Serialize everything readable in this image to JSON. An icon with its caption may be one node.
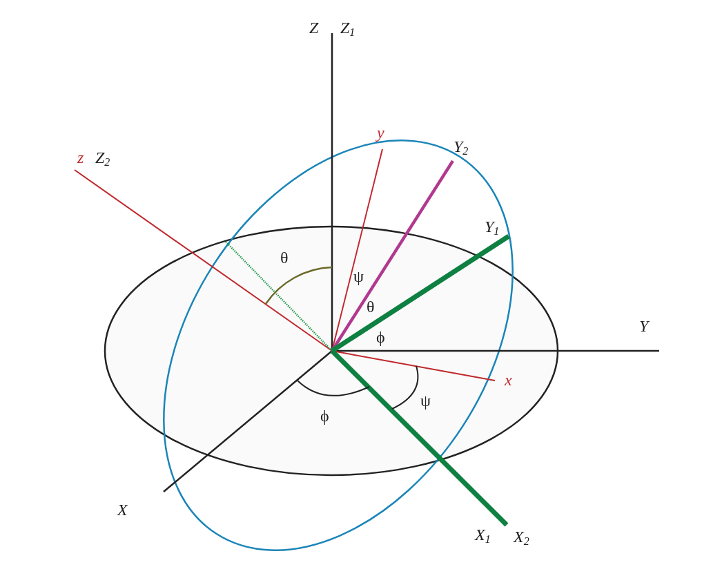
{
  "diagram": {
    "labels": [
      "Z",
      "Z$_{1}$",
      "y",
      "Y$_{2}$",
      "z",
      "Z$_{2}$",
      "Y$_{1}$",
      "θ",
      "ψ",
      "θ",
      "ϕ",
      "Y",
      "x",
      "ψ",
      "ϕ",
      "X",
      "X$_{1}$",
      "X$_{2}$"
    ]
  }
}
